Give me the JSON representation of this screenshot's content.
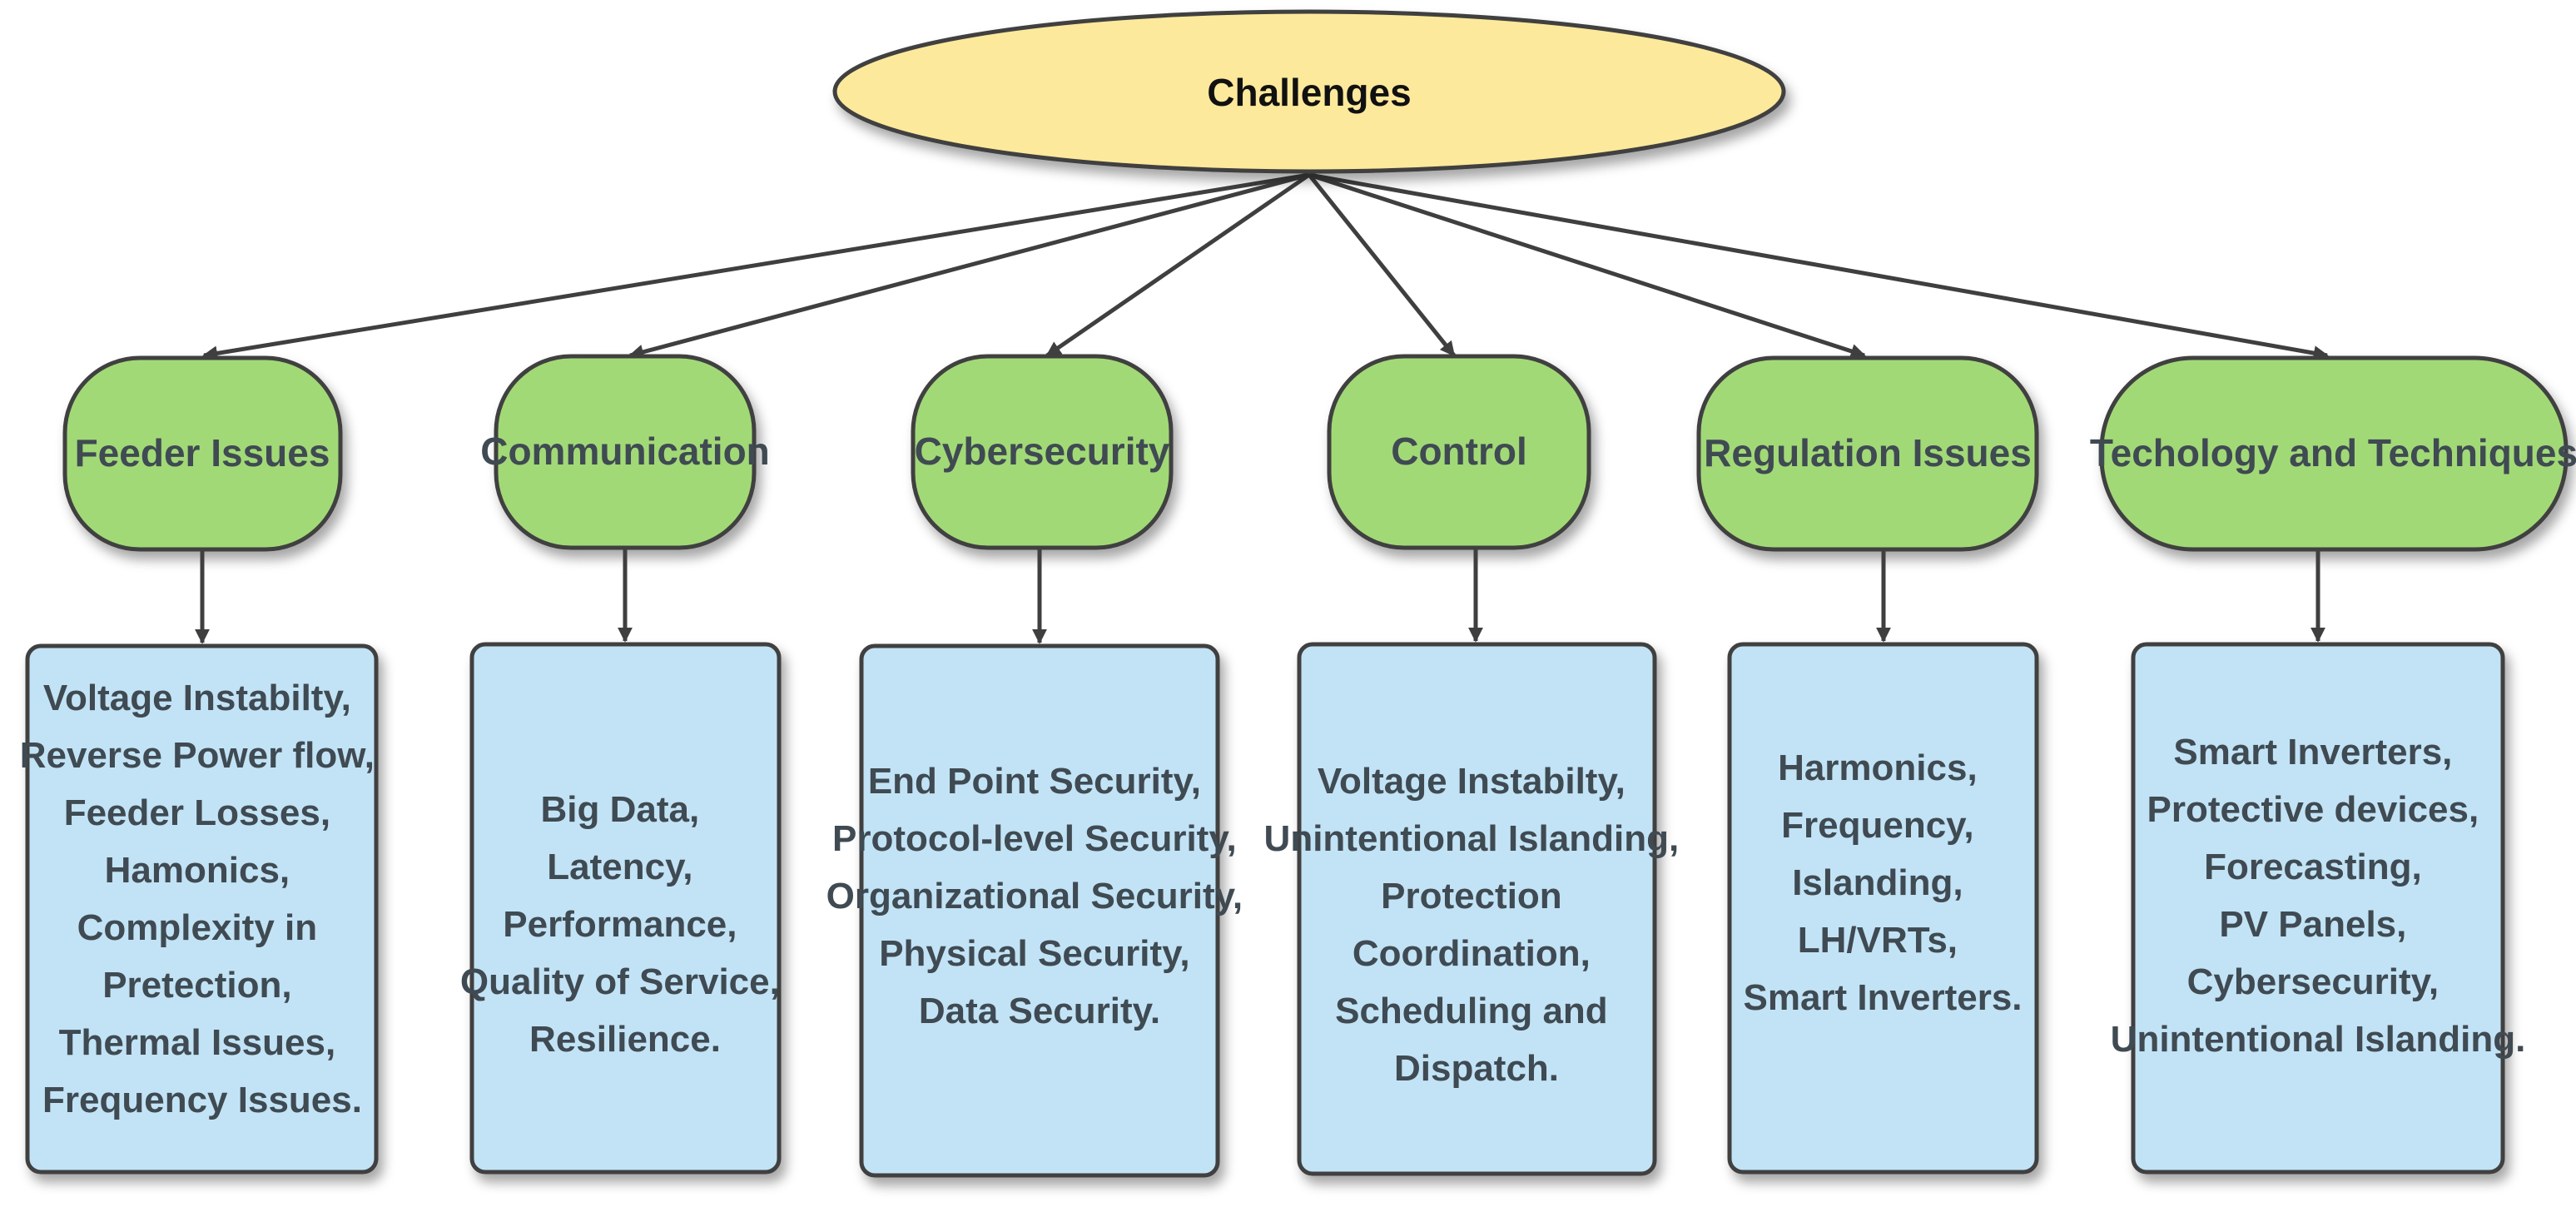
{
  "colors": {
    "root_fill": "#fde99b",
    "category_fill": "#a2d977",
    "detail_fill": "#c2e3f5",
    "stroke": "#3f3f3f",
    "text": "#3f4a52"
  },
  "diagram": {
    "root": {
      "label": "Challenges"
    },
    "categories": [
      {
        "label": "Feeder Issues",
        "details": [
          "Voltage Instabilty,",
          "Reverse Power flow,",
          "Feeder Losses,",
          "Hamonics,",
          "Complexity in",
          "Pretection,",
          "Thermal Issues,",
          "Frequency Issues."
        ]
      },
      {
        "label": "Communication",
        "details": [
          "Big Data,",
          "Latency,",
          "Performance,",
          "Quality of Service,",
          "Resilience."
        ]
      },
      {
        "label": "Cybersecurity",
        "details": [
          "End Point Security,",
          "Protocol-level Security,",
          "Organizational Security,",
          "Physical Security,",
          "Data Security."
        ]
      },
      {
        "label": "Control",
        "details": [
          "Voltage Instabilty,",
          "Unintentional Islanding,",
          "Protection",
          "Coordination,",
          "Scheduling and",
          "Dispatch."
        ]
      },
      {
        "label": "Regulation Issues",
        "details": [
          "Harmonics,",
          "Frequency,",
          "Islanding,",
          "LH/VRTs,",
          "Smart Inverters."
        ]
      },
      {
        "label": "Techology and Techniques",
        "details": [
          "Smart Inverters,",
          "Protective devices,",
          "Forecasting,",
          "PV Panels,",
          "Cybersecurity,",
          "Unintentional Islanding."
        ]
      }
    ]
  }
}
